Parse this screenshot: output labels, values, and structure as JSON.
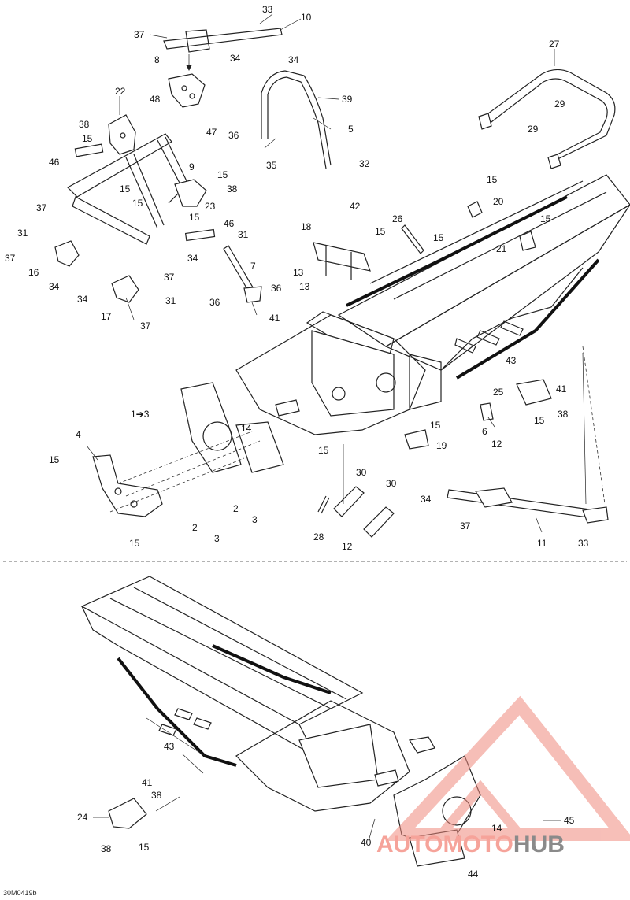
{
  "figure_code": "30M0419b",
  "page_note": "1➔3",
  "watermark": {
    "part1": "AUTOMOTO",
    "part2": "HUB",
    "accent": "#f08a7e",
    "gray": "#8a8a8a"
  },
  "callouts": [
    {
      "id": "c33a",
      "text": "33"
    },
    {
      "id": "c10",
      "text": "10"
    },
    {
      "id": "c37a",
      "text": "37"
    },
    {
      "id": "c34a",
      "text": "34"
    },
    {
      "id": "c8",
      "text": "8"
    },
    {
      "id": "c27",
      "text": "27"
    },
    {
      "id": "c34b",
      "text": "34"
    },
    {
      "id": "c39",
      "text": "39"
    },
    {
      "id": "c29a",
      "text": "29"
    },
    {
      "id": "c29b",
      "text": "29"
    },
    {
      "id": "c22",
      "text": "22"
    },
    {
      "id": "c48",
      "text": "48"
    },
    {
      "id": "c38a",
      "text": "38"
    },
    {
      "id": "c15a",
      "text": "15"
    },
    {
      "id": "c47",
      "text": "47"
    },
    {
      "id": "c5",
      "text": "5"
    },
    {
      "id": "c36a",
      "text": "36"
    },
    {
      "id": "c35",
      "text": "35"
    },
    {
      "id": "c32",
      "text": "32"
    },
    {
      "id": "c46a",
      "text": "46"
    },
    {
      "id": "c9",
      "text": "9"
    },
    {
      "id": "c15b",
      "text": "15"
    },
    {
      "id": "c15c",
      "text": "15"
    },
    {
      "id": "c38b",
      "text": "38"
    },
    {
      "id": "c15d",
      "text": "15"
    },
    {
      "id": "c23",
      "text": "23"
    },
    {
      "id": "c15e",
      "text": "15"
    },
    {
      "id": "c37b",
      "text": "37"
    },
    {
      "id": "c46b",
      "text": "46"
    },
    {
      "id": "c31a",
      "text": "31"
    },
    {
      "id": "c31b",
      "text": "31"
    },
    {
      "id": "c37c",
      "text": "37"
    },
    {
      "id": "c34c",
      "text": "34"
    },
    {
      "id": "c16",
      "text": "16"
    },
    {
      "id": "c34d",
      "text": "34"
    },
    {
      "id": "c7",
      "text": "7"
    },
    {
      "id": "c37d",
      "text": "37"
    },
    {
      "id": "c34e",
      "text": "34"
    },
    {
      "id": "c31c",
      "text": "31"
    },
    {
      "id": "c17",
      "text": "17"
    },
    {
      "id": "c37e",
      "text": "37"
    },
    {
      "id": "c36b",
      "text": "36"
    },
    {
      "id": "c36c",
      "text": "36"
    },
    {
      "id": "c41a",
      "text": "41"
    },
    {
      "id": "c15f",
      "text": "15"
    },
    {
      "id": "c20",
      "text": "20"
    },
    {
      "id": "c42",
      "text": "42"
    },
    {
      "id": "c26",
      "text": "26"
    },
    {
      "id": "c18",
      "text": "18"
    },
    {
      "id": "c15g",
      "text": "15"
    },
    {
      "id": "c15h",
      "text": "15"
    },
    {
      "id": "c15i",
      "text": "15"
    },
    {
      "id": "c21",
      "text": "21"
    },
    {
      "id": "c13a",
      "text": "13"
    },
    {
      "id": "c13b",
      "text": "13"
    },
    {
      "id": "c43a",
      "text": "43"
    },
    {
      "id": "c41b",
      "text": "41"
    },
    {
      "id": "c25",
      "text": "25"
    },
    {
      "id": "c38c",
      "text": "38"
    },
    {
      "id": "c15j",
      "text": "15"
    },
    {
      "id": "c6",
      "text": "6"
    },
    {
      "id": "c12a",
      "text": "12"
    },
    {
      "id": "c15k",
      "text": "15"
    },
    {
      "id": "c19",
      "text": "19"
    },
    {
      "id": "c14a",
      "text": "14"
    },
    {
      "id": "c4",
      "text": "4"
    },
    {
      "id": "c15l",
      "text": "15"
    },
    {
      "id": "c15m",
      "text": "15"
    },
    {
      "id": "c30a",
      "text": "30"
    },
    {
      "id": "c30b",
      "text": "30"
    },
    {
      "id": "c2a",
      "text": "2"
    },
    {
      "id": "c3a",
      "text": "3"
    },
    {
      "id": "c2b",
      "text": "2"
    },
    {
      "id": "c3b",
      "text": "3"
    },
    {
      "id": "c15n",
      "text": "15"
    },
    {
      "id": "c28",
      "text": "28"
    },
    {
      "id": "c12b",
      "text": "12"
    },
    {
      "id": "c34f",
      "text": "34"
    },
    {
      "id": "c37f",
      "text": "37"
    },
    {
      "id": "c11",
      "text": "11"
    },
    {
      "id": "c33b",
      "text": "33"
    },
    {
      "id": "c43b",
      "text": "43"
    },
    {
      "id": "c41c",
      "text": "41"
    },
    {
      "id": "c38d",
      "text": "38"
    },
    {
      "id": "c24",
      "text": "24"
    },
    {
      "id": "c38e",
      "text": "38"
    },
    {
      "id": "c15o",
      "text": "15"
    },
    {
      "id": "c40",
      "text": "40"
    },
    {
      "id": "c14b",
      "text": "14"
    },
    {
      "id": "c45",
      "text": "45"
    },
    {
      "id": "c44",
      "text": "44"
    }
  ]
}
